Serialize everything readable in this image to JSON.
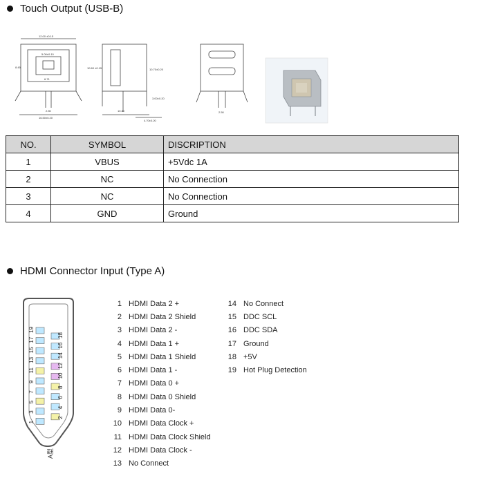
{
  "usb": {
    "heading": "Touch Output (USB-B)",
    "table": {
      "headers": [
        "NO.",
        "SYMBOL",
        "DISCRIPTION"
      ],
      "rows": [
        [
          "1",
          "VBUS",
          "+5Vdc 1A"
        ],
        [
          "2",
          "NC",
          "No Connection"
        ],
        [
          "3",
          "NC",
          "No Connection"
        ],
        [
          "4",
          "GND",
          "Ground"
        ]
      ]
    },
    "drawing_labels": {
      "top_width": "12.00 ±0.15",
      "inner_width": "8.45",
      "inner_a": "5.00±0.10",
      "inner_b": "6.71",
      "left_height": "10.60 ±0.15",
      "pitch": "2.50",
      "bottom_width": "16.50±0.20",
      "side_a": "10.30",
      "side_b": "10.70±0.20",
      "side_c": "3.00±0.20",
      "side_d": "4.70±0.20",
      "front_pitch": "2.50"
    }
  },
  "hdmi": {
    "heading": "HDMI Connector Input (Type A)",
    "connector_label": "A型",
    "pins_left": [
      {
        "no": "1",
        "name": "HDMI Data 2 +"
      },
      {
        "no": "2",
        "name": "HDMI Data 2 Shield"
      },
      {
        "no": "3",
        "name": "HDMI Data 2 -"
      },
      {
        "no": "4",
        "name": "HDMI Data 1 +"
      },
      {
        "no": "5",
        "name": "HDMI Data 1 Shield"
      },
      {
        "no": "6",
        "name": "HDMI Data 1 -"
      },
      {
        "no": "7",
        "name": "HDMI Data 0 +"
      },
      {
        "no": "8",
        "name": "HDMI Data 0 Shield"
      },
      {
        "no": "9",
        "name": "HDMI Data 0-"
      },
      {
        "no": "10",
        "name": "HDMI Data Clock +"
      },
      {
        "no": "11",
        "name": "HDMI Data Clock Shield"
      },
      {
        "no": "12",
        "name": "HDMI Data Clock -"
      },
      {
        "no": "13",
        "name": "No Connect"
      }
    ],
    "pins_right": [
      {
        "no": "14",
        "name": "No Connect"
      },
      {
        "no": "15",
        "name": "DDC SCL"
      },
      {
        "no": "16",
        "name": "DDC SDA"
      },
      {
        "no": "17",
        "name": "Ground"
      },
      {
        "no": "18",
        "name": "+5V"
      },
      {
        "no": "19",
        "name": "Hot Plug Detection"
      }
    ],
    "pad_colors": {
      "data": "#bfe8ff",
      "shield": "#f4f2a8",
      "clock": "#e6b8f0"
    }
  }
}
